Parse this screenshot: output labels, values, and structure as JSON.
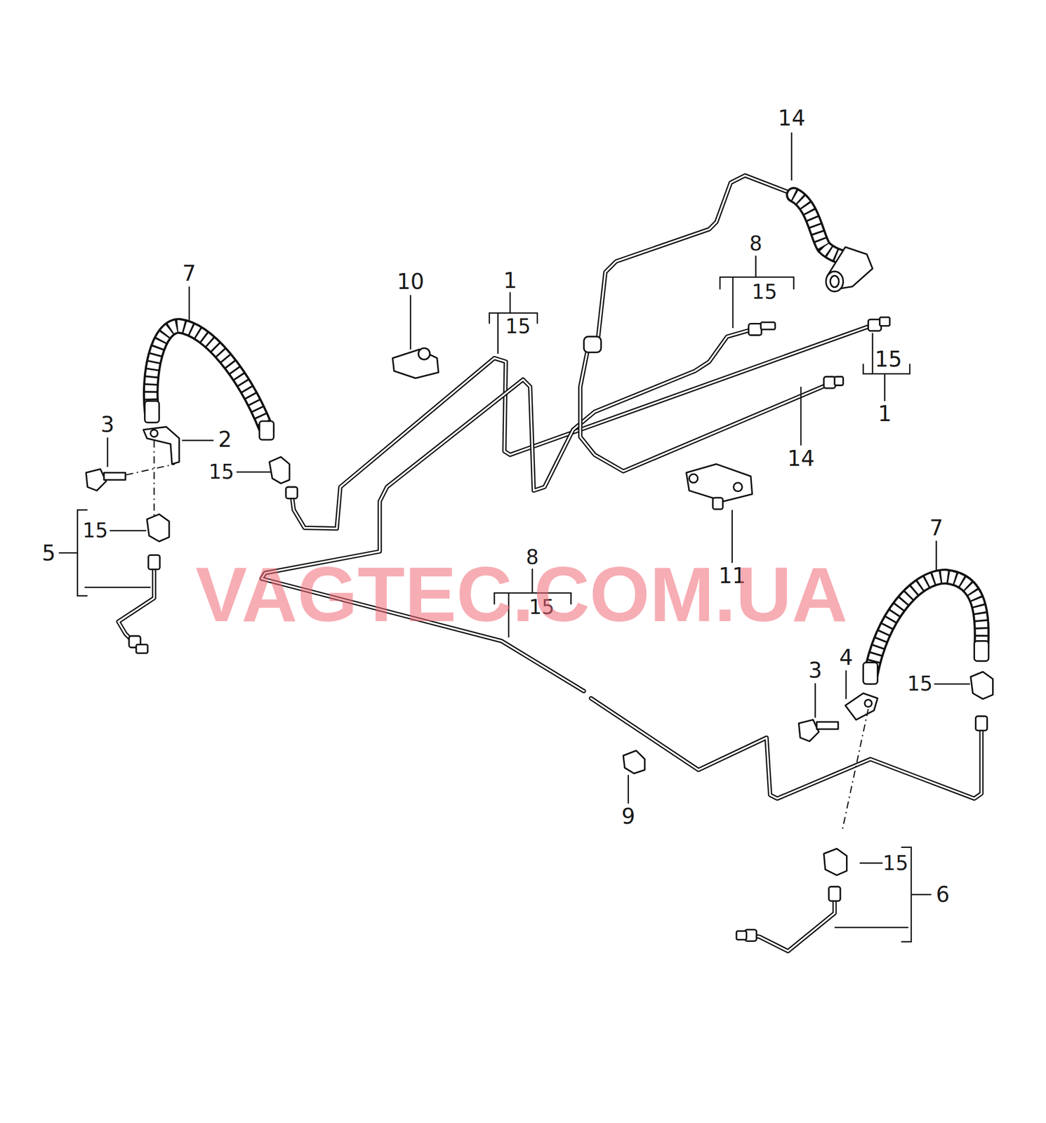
{
  "diagram": {
    "labels": [
      "14",
      "8",
      "15",
      "10",
      "1",
      "15",
      "7",
      "15",
      "1",
      "3",
      "2",
      "14",
      "15",
      "15",
      "7",
      "5",
      "8",
      "11",
      "15",
      "3",
      "4",
      "15",
      "9",
      "15",
      "6",
      "VAGTEC.COM.UA"
    ]
  }
}
